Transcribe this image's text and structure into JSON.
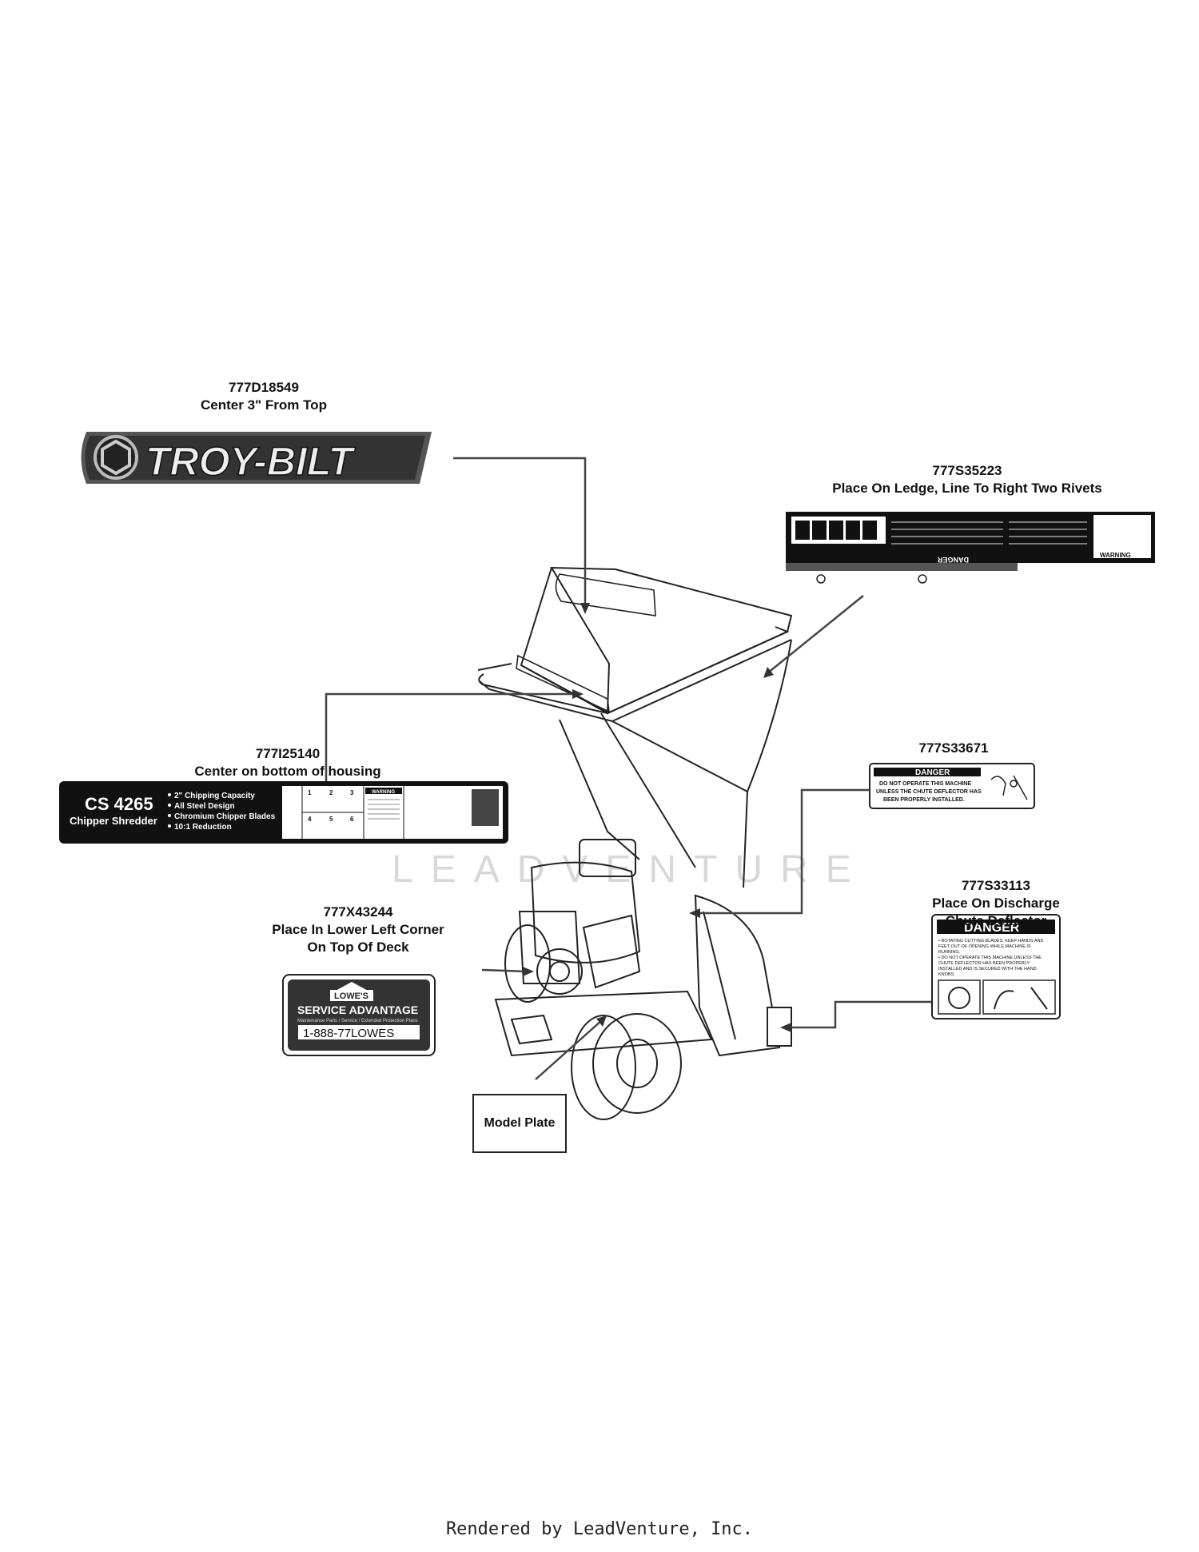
{
  "callouts": {
    "logo_decal": {
      "part": "777D18549",
      "note": "Center 3\" From Top"
    },
    "ledge_decal": {
      "part": "777S35223",
      "note": "Place On Ledge, Line To Right Two Rivets"
    },
    "housing_decal": {
      "part": "777I25140",
      "note": "Center on bottom of housing"
    },
    "danger_deflector_decal": {
      "part": "777S33671"
    },
    "chute_decal": {
      "part": "777S33113",
      "note_1": "Place On Discharge",
      "note_2": "Chute Deflector"
    },
    "lowes_decal": {
      "part": "777X43244",
      "note_1": "Place In Lower Left Corner",
      "note_2": "On Top Of Deck"
    }
  },
  "model_plate": "Model Plate",
  "logo": {
    "brand": "TROY-BILT"
  },
  "housing_label": {
    "model": "CS 4265",
    "product": "Chipper Shredder",
    "features": [
      "2\" Chipping Capacity",
      "All Steel Design",
      "Chromium Chipper Blades",
      "10:1 Reduction"
    ],
    "step_numbers": [
      "1",
      "2",
      "3",
      "4",
      "5",
      "6"
    ],
    "warning": "WARNING"
  },
  "ledge_label": {
    "danger": "DANGER",
    "warning": "WARNING"
  },
  "deflector_label": {
    "header": "DANGER",
    "line_1": "DO NOT OPERATE THIS MACHINE",
    "line_2": "UNLESS THE CHUTE DEFLECTOR HAS",
    "line_3": "BEEN PROPERLY INSTALLED."
  },
  "chute_label": {
    "header": "DANGER",
    "lines": [
      "• ROTATING CUTTING BLADES. KEEP HANDS AND",
      "FEET OUT OF OPENING WHILE MACHINE IS",
      "RUNNING.",
      "• DO NOT OPERATE THIS MACHINE UNLESS THE",
      "CHUTE DEFLECTOR HAS BEEN PROPERLY",
      "INSTALLED AND IS SECURED WITH THE HAND",
      "KNOBS."
    ]
  },
  "lowes_label": {
    "brand": "LOWE'S",
    "title": "SERVICE ADVANTAGE",
    "subtitle": "Maintenance Parts / Service / Extended Protection Plans",
    "phone": "1-888-77LOWES"
  },
  "watermark": "LEADVENTURE",
  "footer": "Rendered by LeadVenture, Inc."
}
